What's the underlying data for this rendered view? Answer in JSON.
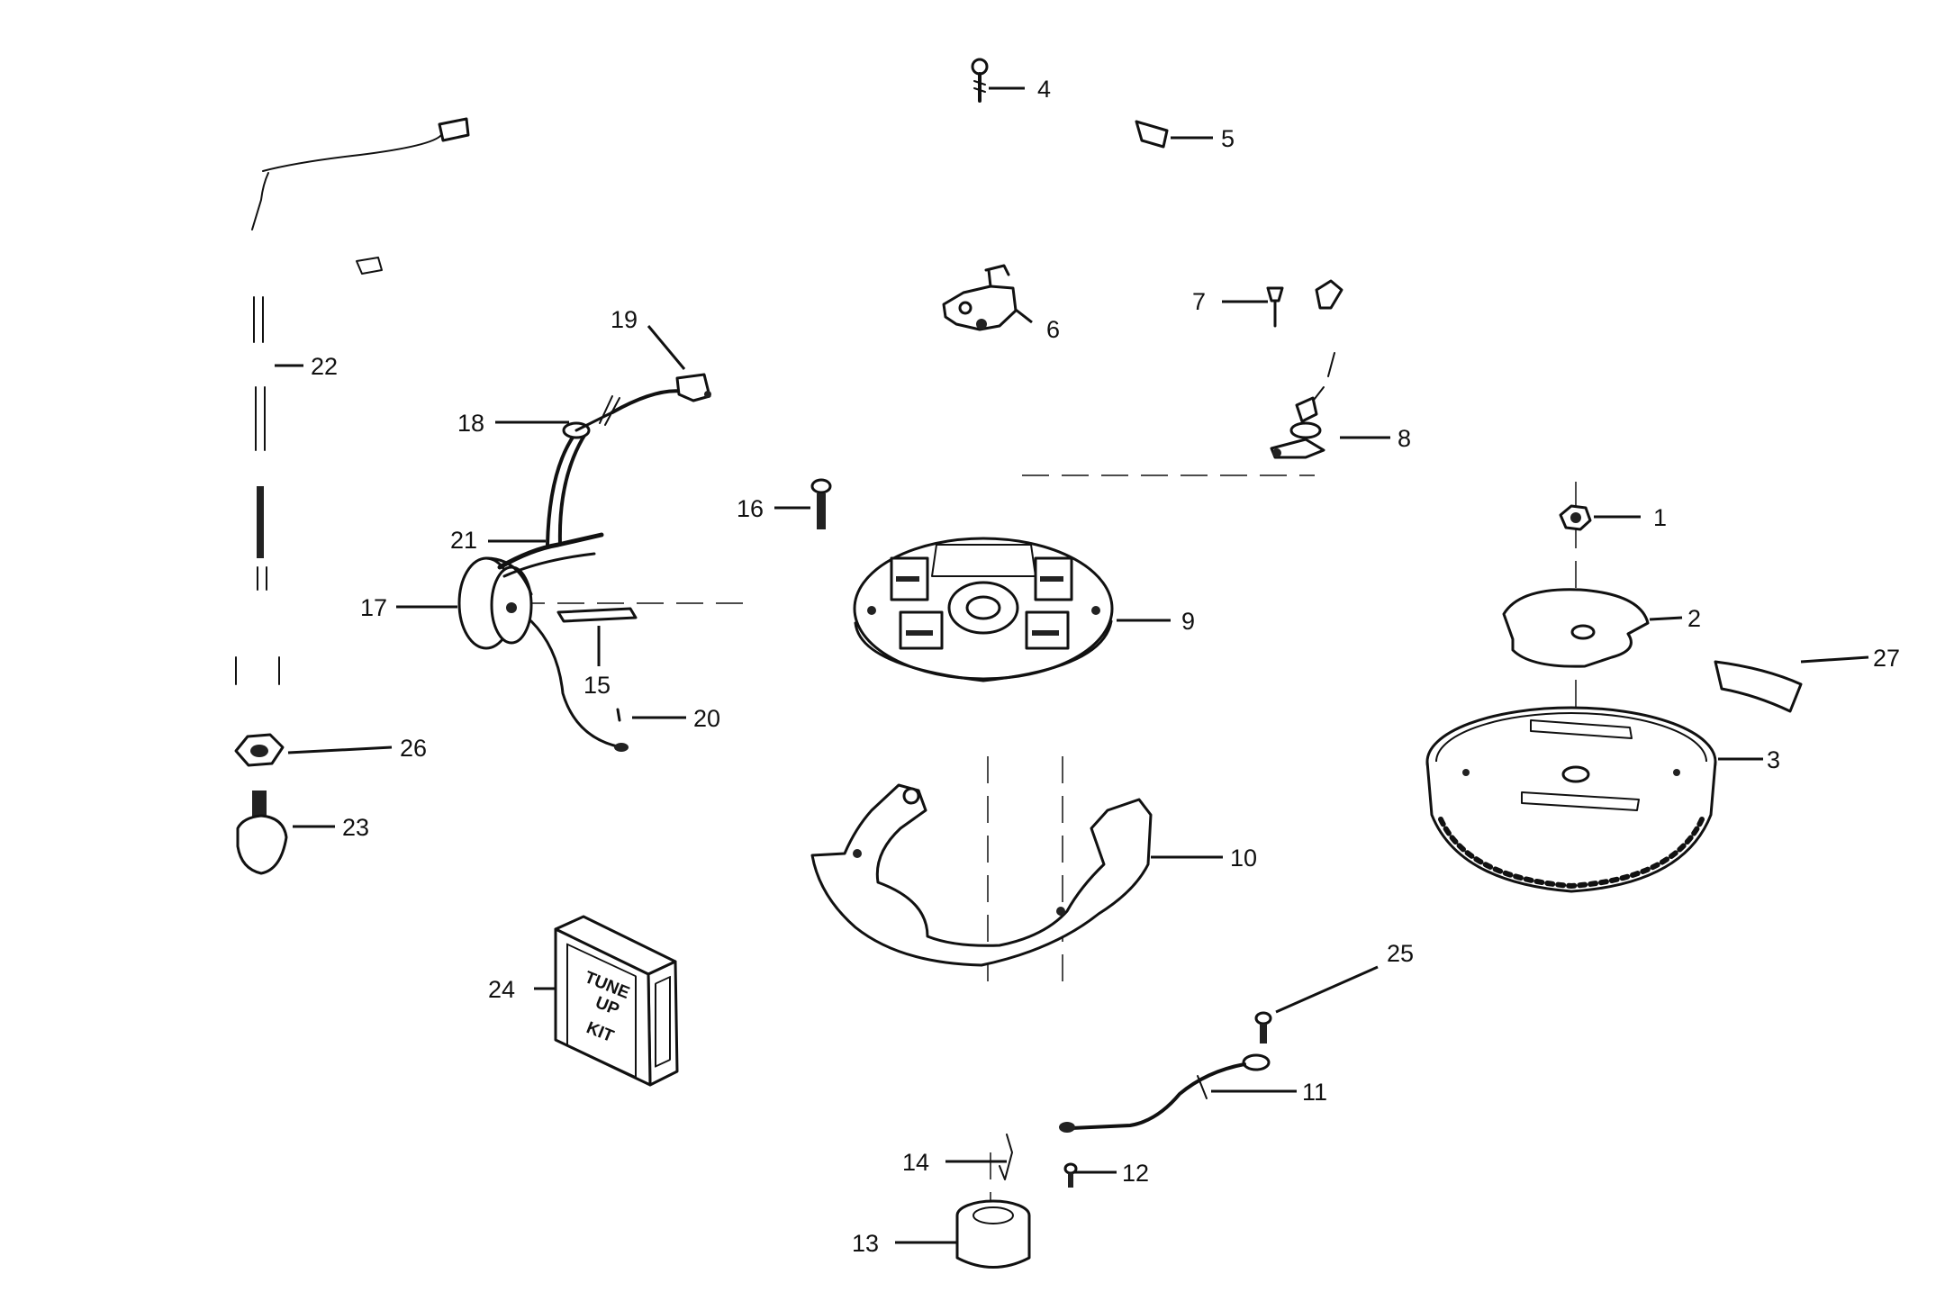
{
  "diagram": {
    "callouts": [
      "1",
      "2",
      "3",
      "4",
      "5",
      "6",
      "7",
      "8",
      "9",
      "10",
      "11",
      "12",
      "13",
      "14",
      "15",
      "16",
      "17",
      "18",
      "19",
      "20",
      "21",
      "22",
      "23",
      "24",
      "25",
      "26",
      "27"
    ]
  },
  "tune_up_kit": {
    "line1": "TUNE",
    "line2": "UP",
    "line3": "KIT"
  }
}
